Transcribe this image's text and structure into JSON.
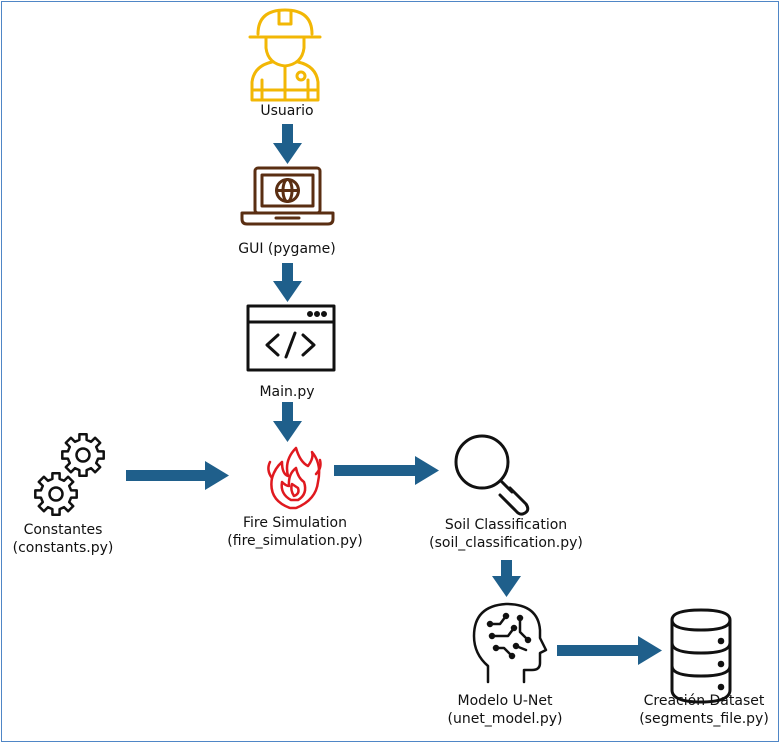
{
  "nodes": {
    "usuario": {
      "label": "Usuario",
      "icon": "firefighter-icon"
    },
    "gui": {
      "label": "GUI (pygame)",
      "icon": "laptop-globe-icon"
    },
    "main": {
      "label": "Main.py",
      "icon": "code-window-icon"
    },
    "constantes": {
      "line1": "Constantes",
      "line2": "(constants.py)",
      "icon": "gears-icon"
    },
    "fire": {
      "line1": "Fire Simulation",
      "line2": "(fire_simulation.py)",
      "icon": "fire-icon"
    },
    "soil": {
      "line1": "Soil Classification",
      "line2": "(soil_classification.py)",
      "icon": "magnifier-icon"
    },
    "unet": {
      "line1": "Modelo U-Net",
      "line2": "(unet_model.py)",
      "icon": "brain-head-icon"
    },
    "dataset": {
      "line1": "Creación Dataset",
      "line2": "(segments_file.py)",
      "icon": "database-icon"
    }
  },
  "colors": {
    "arrow": "#1f5f8b",
    "user_icon": "#f2b705",
    "laptop_icon": "#5a2e12",
    "fire_icon": "#e0191f",
    "line_icon": "#111111",
    "frame": "#4f86c6"
  }
}
